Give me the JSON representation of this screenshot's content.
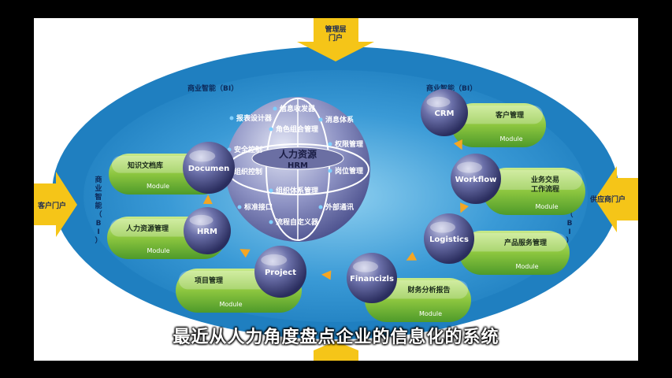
{
  "colors": {
    "ellipse_outer": "#1f7fc0",
    "ellipse_inner": "#3a9ad6",
    "pill_green": "#8cc63f",
    "pill_dark": "#4e9a2a",
    "sphere": "#4a4f8c",
    "arrow_orange": "#f5a623",
    "arrow_red": "#e8542b"
  },
  "portals": {
    "top": "管理层\n门户",
    "left": "客户门户",
    "right": "供应商门户"
  },
  "bi_labels": {
    "top_left": "商业智能（BI）",
    "top_right": "商业智能（BI）",
    "left": "商业智能（BI）",
    "right": "商业智能（BI）"
  },
  "center": {
    "title": "人力资源",
    "subtitle": "HRM",
    "items": [
      "信息收发器",
      "消息体系",
      "报表设计器",
      "角色组合管理",
      "权限管理",
      "安全控制",
      "岗位管理",
      "组织控制",
      "组织体系管理",
      "标准接口",
      "外部通讯",
      "流程自定义器"
    ]
  },
  "modules": [
    {
      "node": "Documen",
      "label": "知识文档库",
      "module": "Module"
    },
    {
      "node": "HRM",
      "label": "人力资源管理",
      "module": "Module"
    },
    {
      "node": "Project",
      "label": "项目管理",
      "module": "Module"
    },
    {
      "node": "Financizls",
      "label": "财务分析报告",
      "module": "Module"
    },
    {
      "node": "Logistics",
      "label": "产品服务管理",
      "module": "Module"
    },
    {
      "node": "Workflow",
      "label": "业务交易\n工作流程",
      "module": "Module"
    },
    {
      "node": "CRM",
      "label": "客户管理",
      "module": "Module"
    }
  ],
  "subtitle": "最近从人力角度盘点企业的信息化的系统"
}
